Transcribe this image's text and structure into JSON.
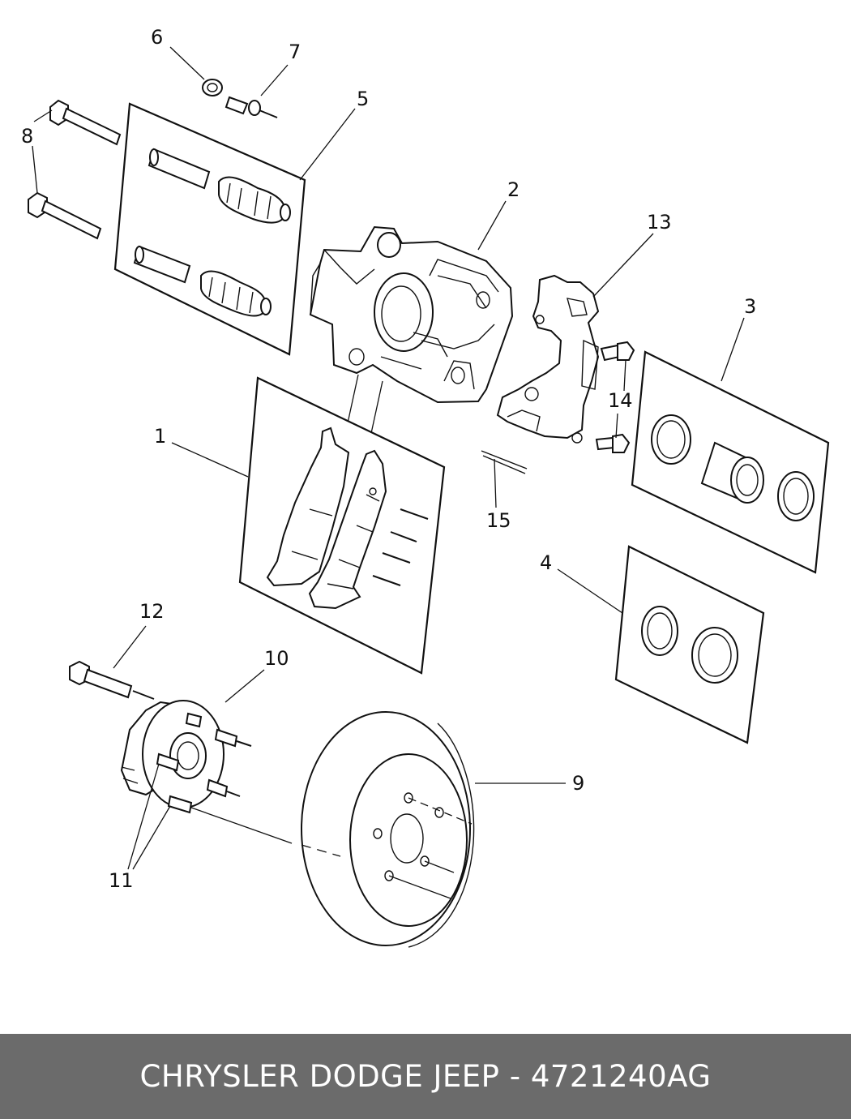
{
  "callouts": {
    "c1": "1",
    "c2": "2",
    "c3": "3",
    "c4": "4",
    "c5": "5",
    "c6": "6",
    "c7": "7",
    "c8": "8",
    "c9": "9",
    "c10": "10",
    "c11": "11",
    "c12": "12",
    "c13": "13",
    "c14": "14",
    "c15": "15"
  },
  "footer": {
    "caption": "CHRYSLER DODGE JEEP - 4721240AG",
    "background": "#6b6b6b",
    "text_color": "#ffffff"
  }
}
